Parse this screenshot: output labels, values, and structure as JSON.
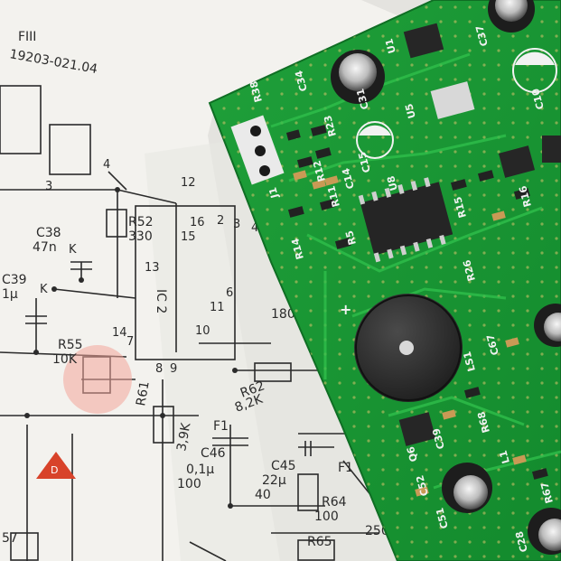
{
  "schematic": {
    "header_1": "FIII",
    "header_2": "19203-021.04",
    "labels": [
      {
        "name": "c38",
        "text": "C38"
      },
      {
        "name": "c38v",
        "text": "47n"
      },
      {
        "name": "k1",
        "text": "K"
      },
      {
        "name": "r52",
        "text": "R52"
      },
      {
        "name": "r52v",
        "text": "330"
      },
      {
        "name": "c39",
        "text": "C39"
      },
      {
        "name": "c39v",
        "text": "1μ"
      },
      {
        "name": "k2",
        "text": "K"
      },
      {
        "name": "r55",
        "text": "R55"
      },
      {
        "name": "r55v",
        "text": "10K"
      },
      {
        "name": "ic2",
        "text": "IC 2"
      },
      {
        "name": "p12",
        "text": "12"
      },
      {
        "name": "p16",
        "text": "16"
      },
      {
        "name": "p15",
        "text": "15"
      },
      {
        "name": "p2",
        "text": "2"
      },
      {
        "name": "p3",
        "text": "3"
      },
      {
        "name": "p4",
        "text": "4"
      },
      {
        "name": "p13",
        "text": "13"
      },
      {
        "name": "p6",
        "text": "6"
      },
      {
        "name": "p11",
        "text": "11"
      },
      {
        "name": "p10",
        "text": "10"
      },
      {
        "name": "p14",
        "text": "14"
      },
      {
        "name": "p7",
        "text": "7"
      },
      {
        "name": "p8",
        "text": "8"
      },
      {
        "name": "p9",
        "text": "9"
      },
      {
        "name": "p4b",
        "text": "4"
      },
      {
        "name": "p3b",
        "text": "3"
      },
      {
        "name": "r61",
        "text": "R61"
      },
      {
        "name": "r61v",
        "text": "3,9K"
      },
      {
        "name": "r62",
        "text": "R62"
      },
      {
        "name": "r62v",
        "text": "8,2K"
      },
      {
        "name": "f1",
        "text": "F1"
      },
      {
        "name": "c46",
        "text": "C46"
      },
      {
        "name": "c46v",
        "text": "0,1μ"
      },
      {
        "name": "c46v2",
        "text": "100"
      },
      {
        "name": "c45",
        "text": "C45"
      },
      {
        "name": "c45v",
        "text": "22μ"
      },
      {
        "name": "c45v2",
        "text": "40"
      },
      {
        "name": "f2",
        "text": "F1"
      },
      {
        "name": "r64",
        "text": "R64"
      },
      {
        "name": "r64v",
        "text": "100"
      },
      {
        "name": "r65",
        "text": "R65"
      },
      {
        "name": "v250",
        "text": "250"
      },
      {
        "name": "v57",
        "text": "57"
      },
      {
        "name": "v180",
        "text": "180"
      },
      {
        "name": "warn",
        "text": "D"
      }
    ]
  },
  "pcb": {
    "labels": [
      {
        "name": "r38",
        "text": "R38"
      },
      {
        "name": "c34",
        "text": "C34"
      },
      {
        "name": "r23",
        "text": "R23"
      },
      {
        "name": "r12",
        "text": "R12"
      },
      {
        "name": "r11",
        "text": "R11"
      },
      {
        "name": "r14",
        "text": "R14"
      },
      {
        "name": "r5",
        "text": "R5"
      },
      {
        "name": "c14",
        "text": "C14"
      },
      {
        "name": "c15",
        "text": "C15"
      },
      {
        "name": "c31",
        "text": "C31"
      },
      {
        "name": "u8",
        "text": "U8"
      },
      {
        "name": "u1",
        "text": "U1"
      },
      {
        "name": "u5",
        "text": "U5"
      },
      {
        "name": "c37",
        "text": "C37"
      },
      {
        "name": "c10",
        "text": "C10"
      },
      {
        "name": "r15",
        "text": "R15"
      },
      {
        "name": "r16",
        "text": "R16"
      },
      {
        "name": "r26",
        "text": "R26"
      },
      {
        "name": "c67",
        "text": "C67"
      },
      {
        "name": "ls1",
        "text": "LS1"
      },
      {
        "name": "c39b",
        "text": "C39"
      },
      {
        "name": "r68",
        "text": "R68"
      },
      {
        "name": "q6",
        "text": "Q6"
      },
      {
        "name": "c52",
        "text": "C52"
      },
      {
        "name": "c51",
        "text": "C51"
      },
      {
        "name": "l1",
        "text": "L1"
      },
      {
        "name": "r67",
        "text": "R67"
      },
      {
        "name": "c28",
        "text": "C28"
      },
      {
        "name": "plus",
        "text": "+"
      },
      {
        "name": "j1",
        "text": "J1"
      }
    ]
  }
}
